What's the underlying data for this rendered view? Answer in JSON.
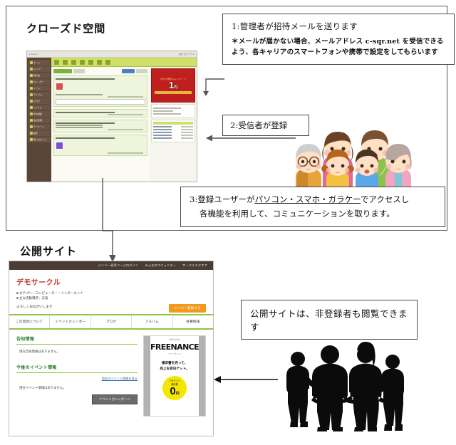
{
  "sections": {
    "closed_title": "クローズド空間",
    "public_title": "公開サイト"
  },
  "callouts": {
    "step1": {
      "line1": "1:管理者が招待メールを送ります",
      "line2": "＊メールが届かない場合、メールアドレス c-sqr.net を受信できる",
      "line3": "よう、各キャリアのスマートフォンや携帯で設定をしてもらいます"
    },
    "step2": {
      "text": "2:受信者が登録"
    },
    "step3": {
      "prefix": "3:登録ユーザーが",
      "underlined": "パソコン・スマホ・ガラケー",
      "suffix": "でアクセスし",
      "line2": "各機能を利用して、コミュニケーションを取ります。"
    },
    "step4": {
      "text": "公開サイトは、非登録者も閲覧できます"
    }
  },
  "public_site": {
    "topnav": [
      "メンバー専用ページログイン",
      "みんなのコミュニティ",
      "サークルスクエア"
    ],
    "circle_name": "デモサークル",
    "bullets": [
      "カテゴリ：コンピューター・インターネット",
      "主な活動場所：広島"
    ],
    "greeting": "よろしくおねがいします",
    "register_button": "メンバー登録する",
    "tabs": [
      "この団体について",
      "イベントカレンダー",
      "ブログ",
      "アルバム",
      "各種情報"
    ],
    "notice_section": {
      "title": "告知情報",
      "empty_text": "現在告知情報はありません。"
    },
    "event_section": {
      "title": "今後のイベント情報",
      "past_link": "過去のイベント情報を見る",
      "empty_text": "現在イベント情報はありません。",
      "button": "イベントカレンダーへ"
    },
    "ad": {
      "ad_choices": "AdChoices",
      "brand": "FREENANCE",
      "sub": "フリーナンス",
      "copy_line1": "請求書を売って、",
      "copy_line2": "売上を即日ゲット。",
      "badge_line1": "アカウント",
      "badge_line2": "維持費",
      "badge_amount": "0",
      "badge_unit": "円"
    }
  },
  "closed_site_shot": {
    "ad_caption": "今だけ限定キャンペーン",
    "ad_price": "1",
    "ad_price_unit": "円",
    "ad_price_sub": "スタート"
  },
  "colors": {
    "brand_green": "#8dc63f",
    "topnav_brown": "#4b3c33",
    "accent_orange": "#f29a1e",
    "circle_red": "#c0392b",
    "badge_yellow": "#f5e600",
    "ad_red": "#c01f1f"
  }
}
